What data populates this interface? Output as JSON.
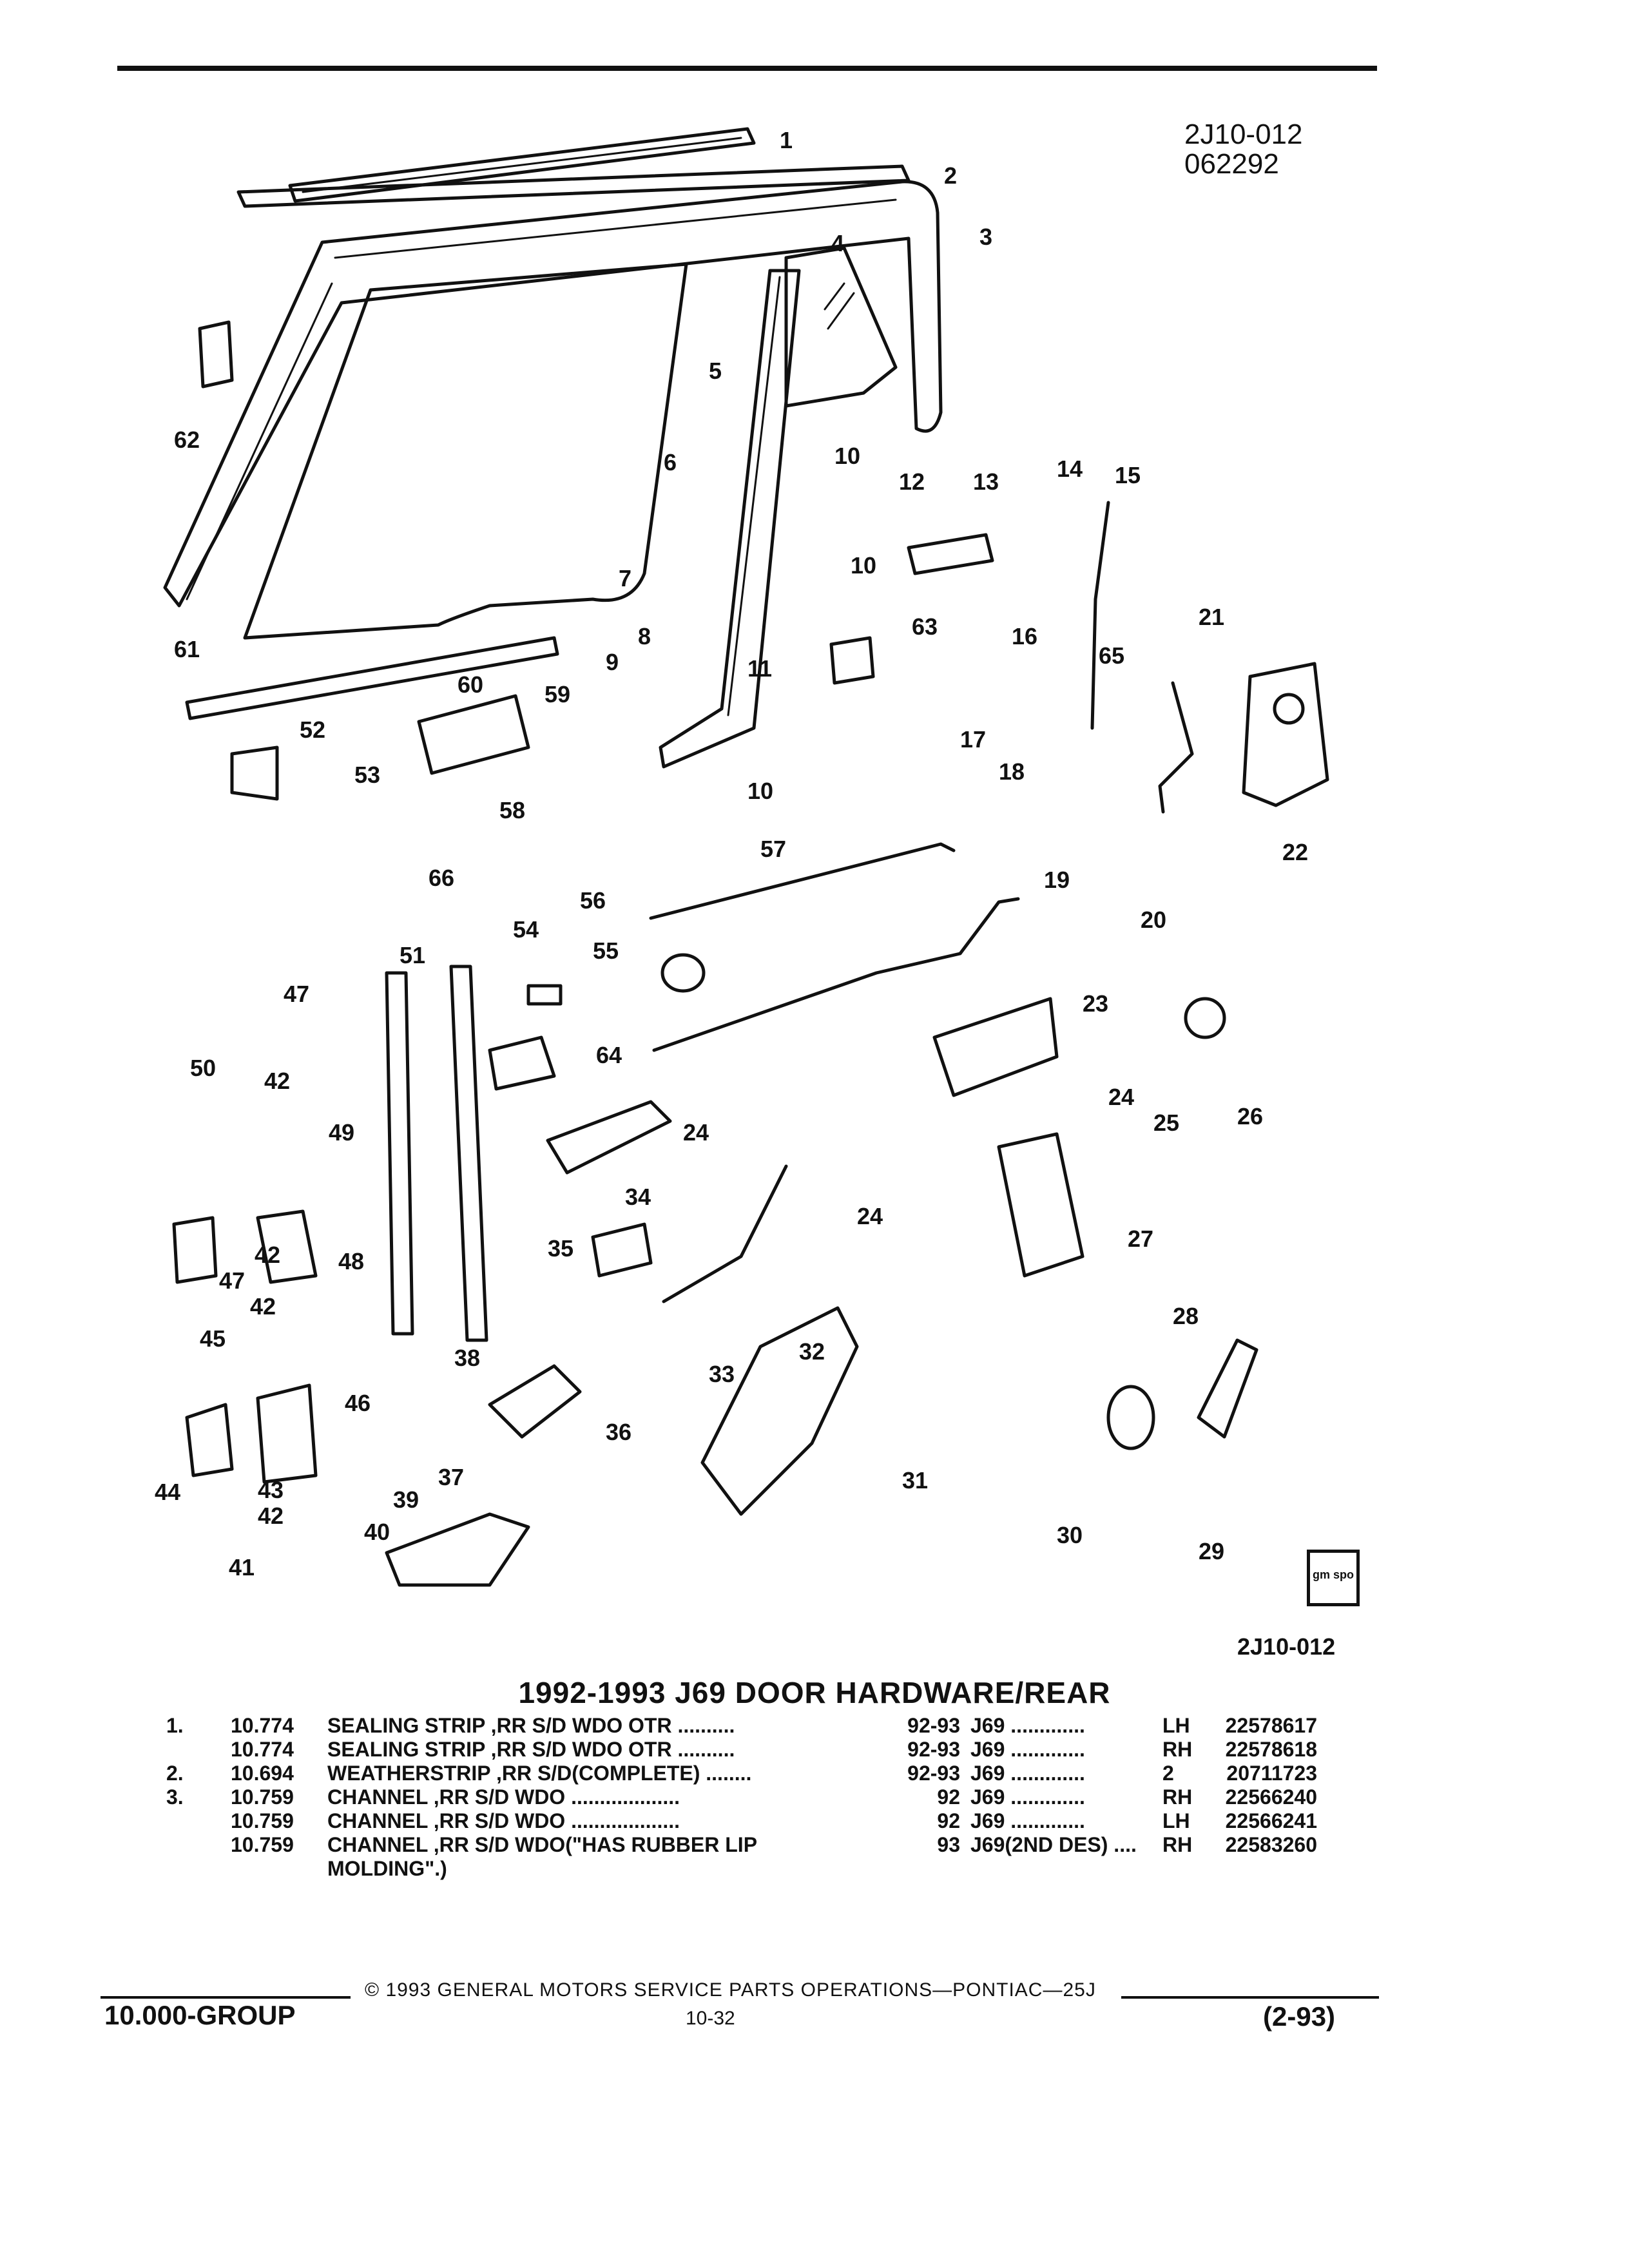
{
  "header": {
    "illustration_code": "2J10-012",
    "date_code": "062292"
  },
  "figure": {
    "callouts": [
      "1",
      "2",
      "3",
      "4",
      "5",
      "6",
      "7",
      "8",
      "9",
      "10",
      "10",
      "10",
      "11",
      "12",
      "13",
      "14",
      "15",
      "16",
      "17",
      "18",
      "19",
      "20",
      "21",
      "22",
      "23",
      "24",
      "24",
      "24",
      "25",
      "26",
      "27",
      "28",
      "29",
      "30",
      "31",
      "32",
      "33",
      "34",
      "35",
      "36",
      "37",
      "38",
      "39",
      "40",
      "41",
      "42",
      "42",
      "42",
      "42",
      "43",
      "44",
      "45",
      "46",
      "47",
      "47",
      "48",
      "49",
      "50",
      "51",
      "52",
      "53",
      "54",
      "55",
      "56",
      "57",
      "58",
      "59",
      "60",
      "61",
      "62",
      "63",
      "64",
      "65",
      "66"
    ],
    "figure_code": "2J10-012",
    "logo_text": "gm spo"
  },
  "title": "1992-1993 J69 DOOR HARDWARE/REAR",
  "parts": [
    {
      "idx": "1.",
      "group": "10.774",
      "desc": "SEALING STRIP ,RR S/D WDO OTR ..........",
      "years": "92-93",
      "model": "J69 .............",
      "side": "LH",
      "part": "22578617"
    },
    {
      "idx": "",
      "group": "10.774",
      "desc": "SEALING STRIP ,RR S/D WDO OTR ..........",
      "years": "92-93",
      "model": "J69 .............",
      "side": "RH",
      "part": "22578618"
    },
    {
      "idx": "2.",
      "group": "10.694",
      "desc": "WEATHERSTRIP ,RR S/D(COMPLETE) ........",
      "years": "92-93",
      "model": "J69 .............",
      "side": "2",
      "part": "20711723"
    },
    {
      "idx": "3.",
      "group": "10.759",
      "desc": "CHANNEL ,RR S/D WDO ...................",
      "years": "92",
      "model": "J69 .............",
      "side": "RH",
      "part": "22566240"
    },
    {
      "idx": "",
      "group": "10.759",
      "desc": "CHANNEL ,RR S/D WDO ...................",
      "years": "92",
      "model": "J69 .............",
      "side": "LH",
      "part": "22566241"
    },
    {
      "idx": "",
      "group": "10.759",
      "desc": "CHANNEL ,RR S/D WDO(\"HAS RUBBER LIP",
      "years": "93",
      "model": "J69(2ND DES) ....",
      "side": "RH",
      "part": "22583260"
    },
    {
      "idx": "",
      "group": "",
      "desc": "MOLDING\".)",
      "years": "",
      "model": "",
      "side": "",
      "part": ""
    }
  ],
  "footer": {
    "copyright": "© 1993 GENERAL MOTORS SERVICE PARTS OPERATIONS—PONTIAC—25J",
    "group": "10.000-GROUP",
    "page": "10-32",
    "revision": "(2-93)"
  }
}
